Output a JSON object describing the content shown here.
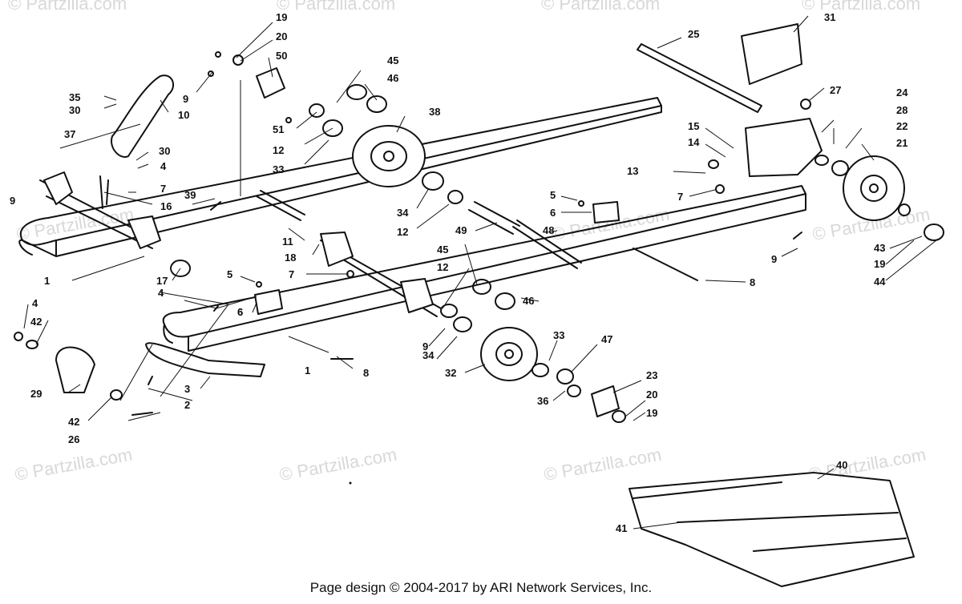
{
  "watermark": "© Partzilla.com",
  "footer": "Page design © 2004-2017 by ARI Network Services, Inc.",
  "callouts": [
    "19",
    "20",
    "50",
    "9",
    "35",
    "30",
    "10",
    "45",
    "46",
    "51",
    "12",
    "38",
    "33",
    "37",
    "30",
    "4",
    "9",
    "7",
    "16",
    "39",
    "34",
    "12",
    "11",
    "18",
    "17",
    "1",
    "5",
    "7",
    "6",
    "45",
    "12",
    "49",
    "48",
    "46",
    "25",
    "31",
    "27",
    "24",
    "28",
    "15",
    "14",
    "22",
    "21",
    "13",
    "5",
    "6",
    "7",
    "9",
    "43",
    "19",
    "44",
    "8",
    "4",
    "42",
    "4",
    "6",
    "3",
    "2",
    "1",
    "8",
    "29",
    "42",
    "26",
    "9",
    "34",
    "32",
    "33",
    "47",
    "36",
    "23",
    "20",
    "19",
    "40",
    "41"
  ]
}
